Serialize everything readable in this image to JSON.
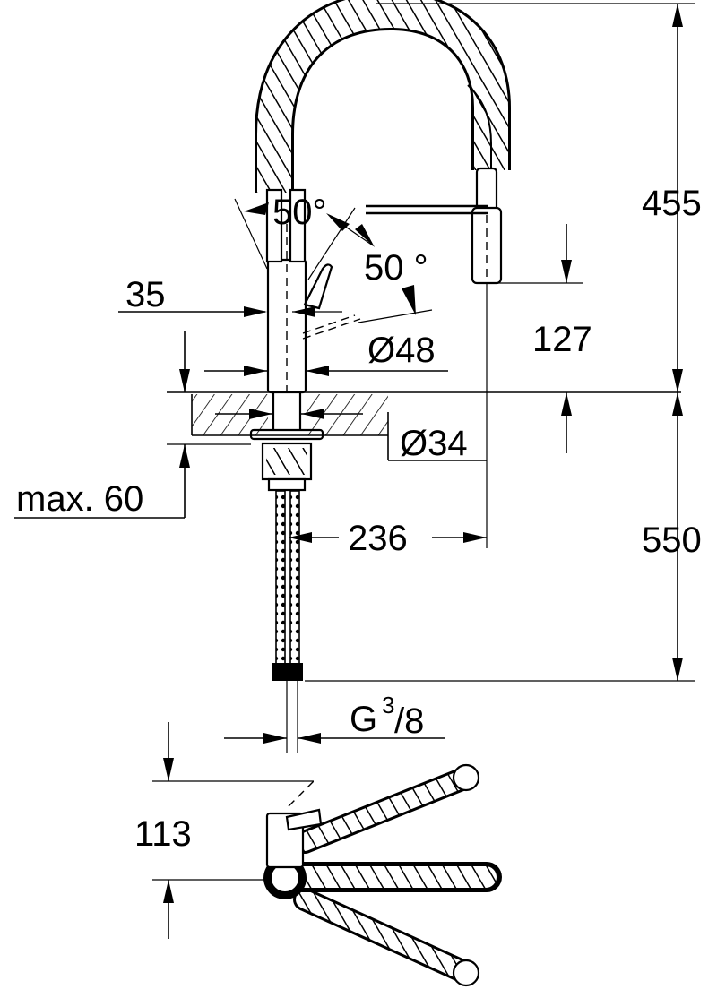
{
  "drawing": {
    "dimensions": {
      "height_spout": "455",
      "height_body": "550",
      "spout_clearance": "127",
      "max_deck": "max. 60",
      "reach": "236",
      "diameter_base": "Ø48",
      "diameter_hole": "Ø34",
      "handle_offset": "35",
      "swivel_angle_top": "50°",
      "swivel_angle_right": "50 °",
      "connection_thread": "G",
      "connection_numerator": "3",
      "connection_denominator": "/8",
      "top_view_height": "113"
    }
  }
}
